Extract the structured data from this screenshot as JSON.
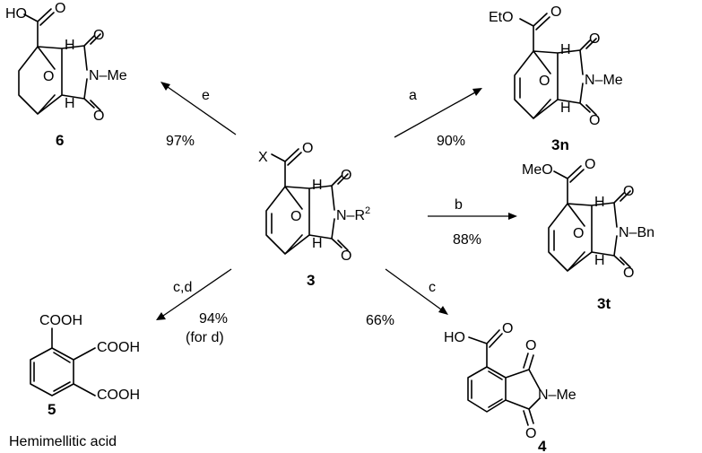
{
  "compounds": {
    "c3": {
      "number": "3",
      "sub_x": "X",
      "r_group": "N–R",
      "sup": "2"
    },
    "c3n": {
      "number": "3n",
      "ester": "EtO",
      "n_sub": "N–Me"
    },
    "c3t": {
      "number": "3t",
      "ester": "MeO",
      "n_sub": "N–Bn"
    },
    "c6": {
      "number": "6",
      "acid": "HO",
      "n_sub": "N–Me"
    },
    "c4": {
      "number": "4",
      "acid": "HO",
      "n_sub": "N–Me"
    },
    "c5": {
      "number": "5",
      "cooh1": "COOH",
      "cooh2": "COOH",
      "cooh3": "COOH",
      "name": "Hemimellitic acid"
    }
  },
  "atoms": {
    "oxygen": "O",
    "hydrogen": "H"
  },
  "reactions": [
    {
      "id": "a",
      "label": "a",
      "yield": "90%"
    },
    {
      "id": "b",
      "label": "b",
      "yield": "88%"
    },
    {
      "id": "c",
      "label": "c",
      "yield": "66%"
    },
    {
      "id": "cd",
      "label": "c,d",
      "yield": "94%",
      "note": "(for d)"
    },
    {
      "id": "e",
      "label": "e",
      "yield": "97%"
    }
  ]
}
